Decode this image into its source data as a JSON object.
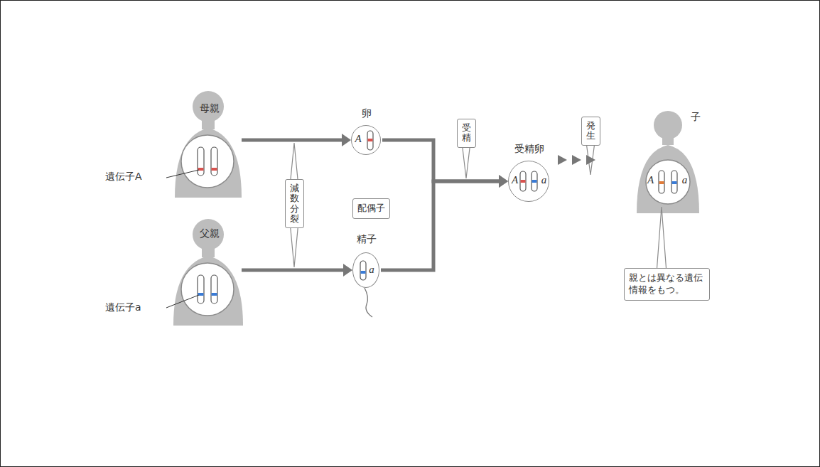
{
  "diagram": {
    "nodes": [
      {
        "text": [
          "母親"
        ]
      },
      {
        "text": [
          "父親"
        ]
      },
      {
        "text": [
          "減数分裂"
        ]
      },
      {
        "text": [
          "卵",
          "A"
        ]
      },
      {
        "text": [
          "配偶子"
        ]
      },
      {
        "text": [
          "精子",
          "a"
        ]
      },
      {
        "text": [
          "受精"
        ]
      },
      {
        "text": [
          "受精卵",
          "A",
          "a"
        ]
      },
      {
        "text": [
          "発生"
        ]
      },
      {
        "text": [
          "子",
          "A",
          "a"
        ]
      },
      {
        "text": [
          "親とは異なる遺伝 情報をもつ。"
        ]
      }
    ],
    "edges": [
      {
        "from": 0,
        "to": 3,
        "arrow": "to"
      },
      {
        "from": 1,
        "to": 5,
        "arrow": "to"
      },
      {
        "from": 3,
        "to": 7,
        "arrow": "to"
      },
      {
        "from": 5,
        "to": 7,
        "arrow": "to"
      },
      {
        "from": 7,
        "to": 9,
        "arrow": "to"
      }
    ],
    "labels": [
      "遺伝子A",
      "遺伝子a"
    ]
  }
}
